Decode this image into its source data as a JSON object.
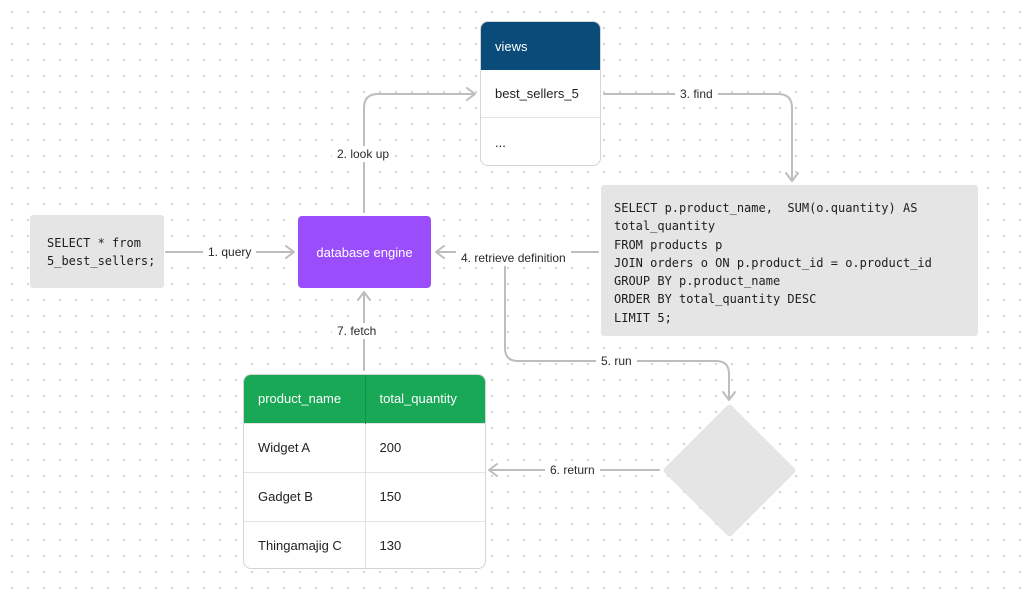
{
  "query_box": {
    "lines": [
      "SELECT * from",
      "5_best_sellers;"
    ]
  },
  "engine": {
    "label": "database engine"
  },
  "views": {
    "header": "views",
    "rows": [
      "best_sellers_5",
      "..."
    ]
  },
  "sql_definition": {
    "lines": [
      "SELECT p.product_name,  SUM(o.quantity) AS",
      "total_quantity",
      "FROM products p",
      "JOIN orders o ON p.product_id = o.product_id",
      "GROUP BY p.product_name",
      "ORDER BY total_quantity DESC",
      "LIMIT 5;"
    ]
  },
  "result_table": {
    "headers": [
      "product_name",
      "total_quantity"
    ],
    "rows": [
      [
        "Widget A",
        "200"
      ],
      [
        "Gadget B",
        "150"
      ],
      [
        "Thingamajig C",
        "130"
      ]
    ]
  },
  "edges": {
    "query": "1. query",
    "look_up": "2. look up",
    "find": "3. find",
    "retrieve": "4. retrieve definition",
    "run": "5. run",
    "return": "6. return",
    "fetch": "7. fetch"
  },
  "colors": {
    "engine": "#9b4dfb",
    "views_header": "#0a4b7a",
    "table_header": "#19a855",
    "code_bg": "#e5e5e5",
    "connector": "#bdbdbd"
  }
}
